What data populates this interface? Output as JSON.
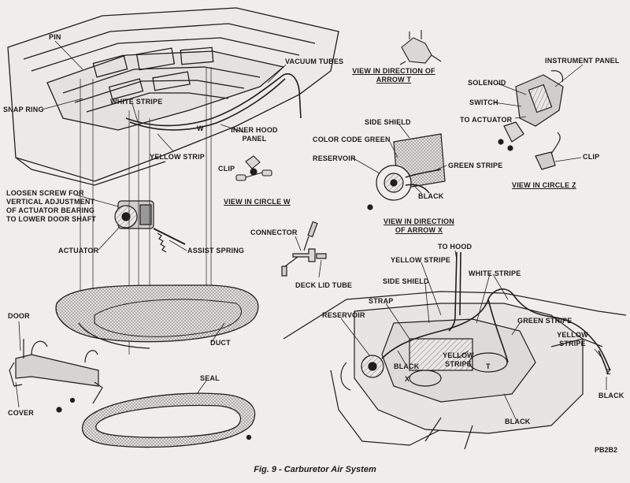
{
  "figure": {
    "caption": "Fig. 9 - Carburetor Air System",
    "code": "PB2B2"
  },
  "views": {
    "circle_w": "VIEW IN CIRCLE W",
    "arrow_t_1": "VIEW IN DIRECTION OF",
    "arrow_t_2": "ARROW T",
    "arrow_x_1": "VIEW IN DIRECTION",
    "arrow_x_2": "OF ARROW X",
    "circle_z": "VIEW IN CIRCLE Z"
  },
  "labels": {
    "pin": "PIN",
    "vacuum_tubes": "VACUUM TUBES",
    "snap_ring": "SNAP RING",
    "white_stripe_top": "WHITE STRIPE",
    "inner_hood_1": "INNER HOOD",
    "inner_hood_2": "PANEL",
    "w_mark": "W",
    "yellow_strip": "YELLOW STRIP",
    "clip_w": "CLIP",
    "loosen_1": "LOOSEN SCREW FOR",
    "loosen_2": "VERTICAL ADJUSTMENT",
    "loosen_3": "OF ACTUATOR BEARING",
    "loosen_4": "TO LOWER DOOR SHAFT",
    "actuator": "ACTUATOR",
    "assist_spring": "ASSIST SPRING",
    "connector": "CONNECTOR",
    "deck_lid_tube": "DECK LID TUBE",
    "door": "DOOR",
    "duct": "DUCT",
    "seal": "SEAL",
    "cover": "COVER",
    "side_shield_x": "SIDE SHIELD",
    "color_code_green": "COLOR CODE GREEN",
    "reservoir_x": "RESERVOIR",
    "green_stripe_x": "GREEN STRIPE",
    "black_x": "BLACK",
    "instrument_panel": "INSTRUMENT PANEL",
    "solenoid": "SOLENOID",
    "switch": "SWITCH",
    "to_actuator": "TO ACTUATOR",
    "clip_z": "CLIP",
    "to_hood": "TO HOOD",
    "yellow_stripe_e1": "YELLOW STRIPE",
    "white_stripe_e": "WHITE STRIPE",
    "side_shield_e": "SIDE SHIELD",
    "strap": "STRAP",
    "reservoir_e": "RESERVOIR",
    "green_stripe_e": "GREEN STRIPE",
    "yellow_stripe_r1": "YELLOW",
    "yellow_stripe_r2": "STRIPE",
    "black_e1": "BLACK",
    "yellow_stripe_m1": "YELLOW",
    "yellow_stripe_m2": "STRIPE",
    "t_mark": "T",
    "x_mark": "X",
    "z_mark": "Z",
    "black_e2": "BLACK",
    "black_e3": "BLACK"
  }
}
